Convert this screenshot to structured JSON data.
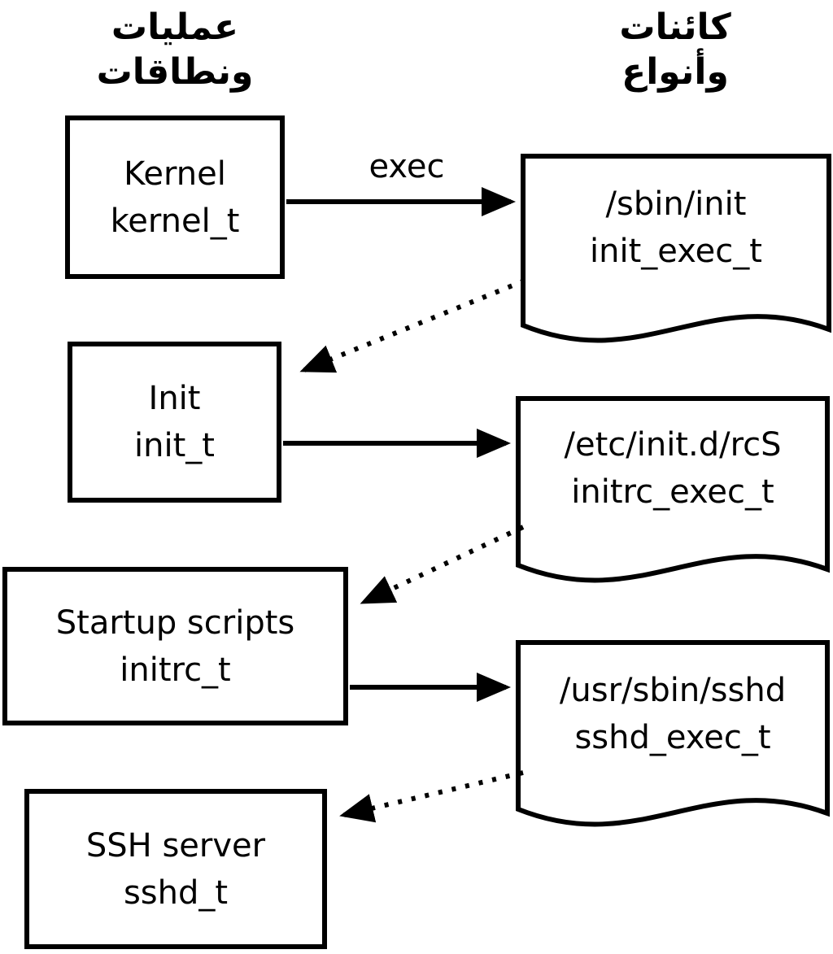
{
  "headers": {
    "left": {
      "line1": "عمليات",
      "line2": "ونطاقات"
    },
    "right": {
      "line1": "كائنات",
      "line2": "وأنواع"
    }
  },
  "processes": [
    {
      "name": "Kernel",
      "type": "kernel_t"
    },
    {
      "name": "Init",
      "type": "init_t"
    },
    {
      "name": "Startup scripts",
      "type": "initrc_t"
    },
    {
      "name": "SSH server",
      "type": "sshd_t"
    }
  ],
  "objects": [
    {
      "path": "/sbin/init",
      "type": "init_exec_t"
    },
    {
      "path": "/etc/init.d/rcS",
      "type": "initrc_exec_t"
    },
    {
      "path": "/usr/sbin/sshd",
      "type": "sshd_exec_t"
    }
  ],
  "edges": {
    "exec_label": "exec"
  },
  "colors": {
    "stroke": "#000000",
    "background": "#ffffff"
  }
}
